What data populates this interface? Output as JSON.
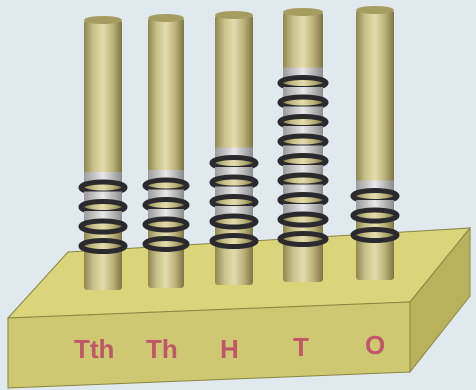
{
  "abacus": {
    "columns": [
      {
        "label": "Tth",
        "rings": 4
      },
      {
        "label": "Th",
        "rings": 4
      },
      {
        "label": "H",
        "rings": 5
      },
      {
        "label": "T",
        "rings": 9
      },
      {
        "label": "O",
        "rings": 3
      }
    ],
    "colors": {
      "background": "#dfe9ee",
      "rod": "#c6bd80",
      "ring": "#2a2a2e",
      "base_top": "#dad57a",
      "base_front": "#cfc873",
      "base_side": "#b9b25c",
      "label": "#c0566a"
    }
  }
}
